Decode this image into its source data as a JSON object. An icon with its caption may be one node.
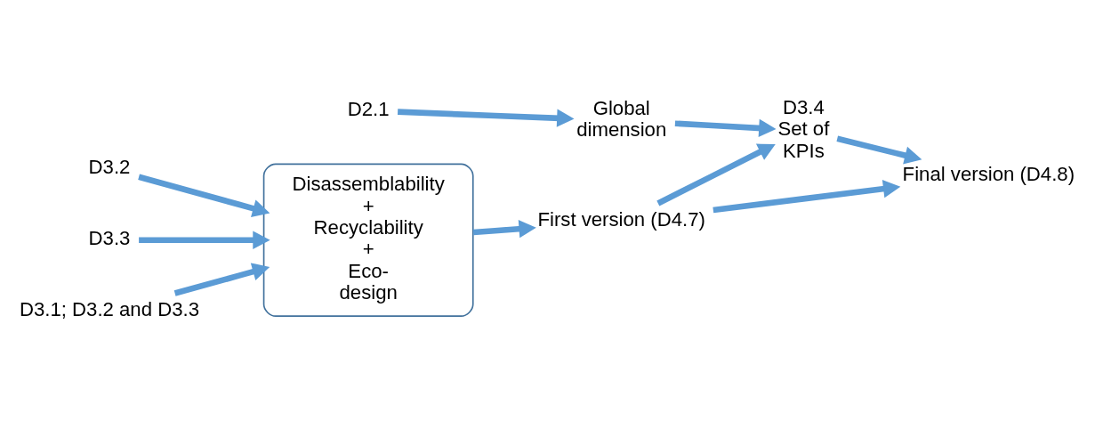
{
  "diagram": {
    "nodes": [
      {
        "text": [
          "D2.1"
        ]
      },
      {
        "text": [
          "Global dimension"
        ]
      },
      {
        "text": [
          "D3.4 Set of KPIs"
        ]
      },
      {
        "text": [
          "First version (D4.7)"
        ]
      },
      {
        "text": [
          "Final version (D4.8)"
        ]
      },
      {
        "text": [
          "D3.2"
        ]
      },
      {
        "text": [
          "D3.3"
        ]
      },
      {
        "text": [
          "D3.1; D3.2 and D3.3"
        ]
      },
      {
        "text": [
          "Disassemblability + Recyclability + Eco-design"
        ]
      }
    ],
    "edges": [
      {
        "from": 0,
        "to": 1,
        "arrow": "to"
      },
      {
        "from": 1,
        "to": 2,
        "arrow": "to"
      },
      {
        "from": 3,
        "to": 2,
        "arrow": "to"
      },
      {
        "from": 2,
        "to": 4,
        "arrow": "to"
      },
      {
        "from": 3,
        "to": 4,
        "arrow": "to"
      },
      {
        "from": 8,
        "to": 3,
        "arrow": "to"
      },
      {
        "from": 5,
        "to": 8,
        "arrow": "to"
      },
      {
        "from": 6,
        "to": 8,
        "arrow": "to"
      },
      {
        "from": 7,
        "to": 8,
        "arrow": "to"
      }
    ]
  }
}
